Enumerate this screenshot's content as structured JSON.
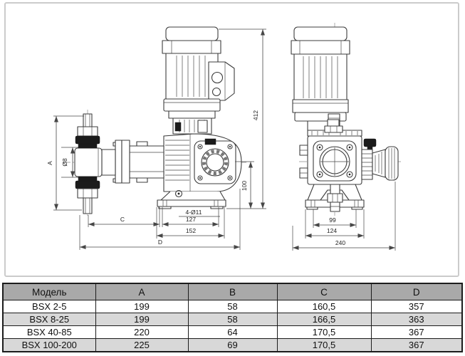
{
  "drawing": {
    "dimensions": {
      "A": "A",
      "phi8": "Ø8",
      "h412": "412",
      "h100": "100",
      "C": "C",
      "d127": "127",
      "d152": "152",
      "D": "D",
      "holes": "4-Ø11",
      "w99": "99",
      "w124": "124",
      "w240": "240"
    },
    "line_color": "#3c3c3c"
  },
  "table": {
    "headers": [
      "Модель",
      "A",
      "B",
      "C",
      "D"
    ],
    "rows": [
      [
        "BSX 2-5",
        "199",
        "58",
        "160,5",
        "357"
      ],
      [
        "BSX 8-25",
        "199",
        "58",
        "166,5",
        "363"
      ],
      [
        "BSX 40-85",
        "220",
        "64",
        "170,5",
        "367"
      ],
      [
        "BSX 100-200",
        "225",
        "69",
        "170,5",
        "367"
      ]
    ],
    "header_bg": "#a9a9a9",
    "alt_row_bg": "#d8d8d8"
  }
}
